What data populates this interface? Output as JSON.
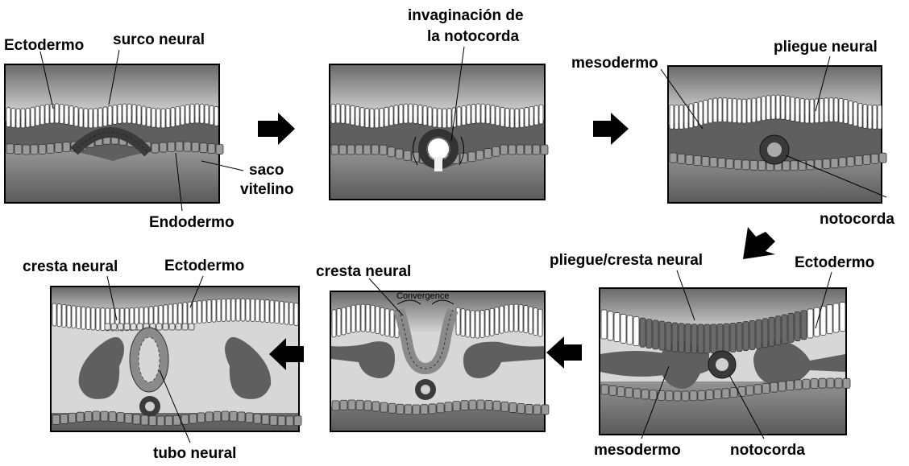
{
  "panel1": {
    "label_ectodermo": "Ectodermo",
    "label_surco": "surco neural",
    "label_saco_1": "saco",
    "label_saco_2": "vitelino",
    "label_endodermo": "Endodermo"
  },
  "panel2": {
    "label_invag_1": "invaginación de",
    "label_invag_2": "la notocorda"
  },
  "panel3": {
    "label_mesodermo": "mesodermo",
    "label_pliegue": "pliegue neural",
    "label_notocorda": "notocorda"
  },
  "panel4": {
    "label_pliegue_cresta": "pliegue/cresta neural",
    "label_ectodermo": "Ectodermo",
    "label_mesodermo": "mesodermo",
    "label_notocorda": "notocorda"
  },
  "panel5": {
    "label_cresta": "cresta neural",
    "label_convergence": "Convergence"
  },
  "panel6": {
    "label_cresta": "cresta neural",
    "label_ectodermo": "Ectodermo",
    "label_tubo": "tubo neural"
  },
  "colors": {
    "dark_gray": "#5f5f5f",
    "mid_gray": "#8a8a8a",
    "light_tissue": "#d7d7d7",
    "white": "#ffffff",
    "black": "#000000"
  }
}
